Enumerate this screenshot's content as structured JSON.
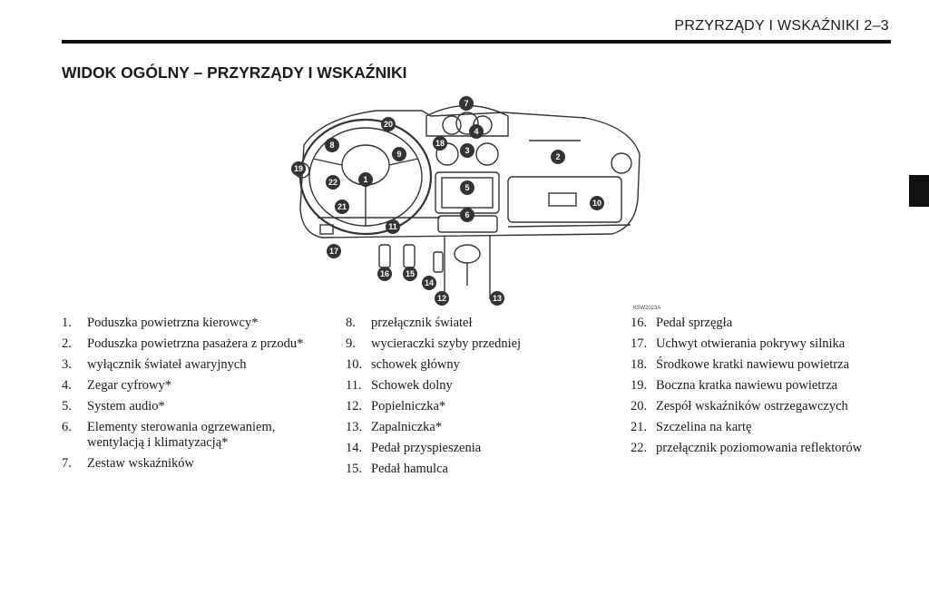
{
  "header": {
    "running_title": "PRZYRZĄDY I WSKAŹNIKI  2–3"
  },
  "section_title": "WIDOK OGÓLNY – PRZYRZĄDY I WSKAŹNIKI",
  "figure": {
    "code": "K5W2023A",
    "callouts": [
      "1",
      "2",
      "3",
      "4",
      "5",
      "6",
      "7",
      "8",
      "9",
      "10",
      "11",
      "12",
      "13",
      "15",
      "16",
      "17",
      "18",
      "19",
      "20",
      "21",
      "22",
      "14"
    ]
  },
  "legend": {
    "col1": [
      {
        "num": "1.",
        "text": "Poduszka powietrzna kierowcy*"
      },
      {
        "num": "2.",
        "text": "Poduszka powietrzna pasażera z przodu*"
      },
      {
        "num": "3.",
        "text": "wyłącznik świateł awaryjnych"
      },
      {
        "num": "4.",
        "text": "Zegar cyfrowy*"
      },
      {
        "num": "5.",
        "text": "System audio*"
      },
      {
        "num": "6.",
        "text": "Elementy sterowania ogrzewaniem, wentylacją i klimatyzacją*"
      },
      {
        "num": "7.",
        "text": "Zestaw wskaźników"
      }
    ],
    "col2": [
      {
        "num": "8.",
        "text": "przełącznik świateł"
      },
      {
        "num": "9.",
        "text": "wycieraczki szyby przedniej"
      },
      {
        "num": "10.",
        "text": "schowek główny"
      },
      {
        "num": "11.",
        "text": "Schowek dolny"
      },
      {
        "num": "12.",
        "text": "Popielniczka*"
      },
      {
        "num": "13.",
        "text": "Zapalniczka*"
      },
      {
        "num": "14.",
        "text": "Pedał przyspieszenia"
      },
      {
        "num": "15.",
        "text": "Pedał hamulca"
      }
    ],
    "col3": [
      {
        "num": "16.",
        "text": "Pedał sprzęgła"
      },
      {
        "num": "17.",
        "text": "Uchwyt otwierania pokrywy silnika"
      },
      {
        "num": "18.",
        "text": "Środkowe kratki nawiewu powietrza"
      },
      {
        "num": "19.",
        "text": "Boczna kratka nawiewu powietrza"
      },
      {
        "num": "20.",
        "text": "Zespół wskaźników ostrzegawczych"
      },
      {
        "num": "21.",
        "text": "Szczelina na kartę"
      },
      {
        "num": "22.",
        "text": "przełącznik poziomowania reflektorów"
      }
    ]
  }
}
